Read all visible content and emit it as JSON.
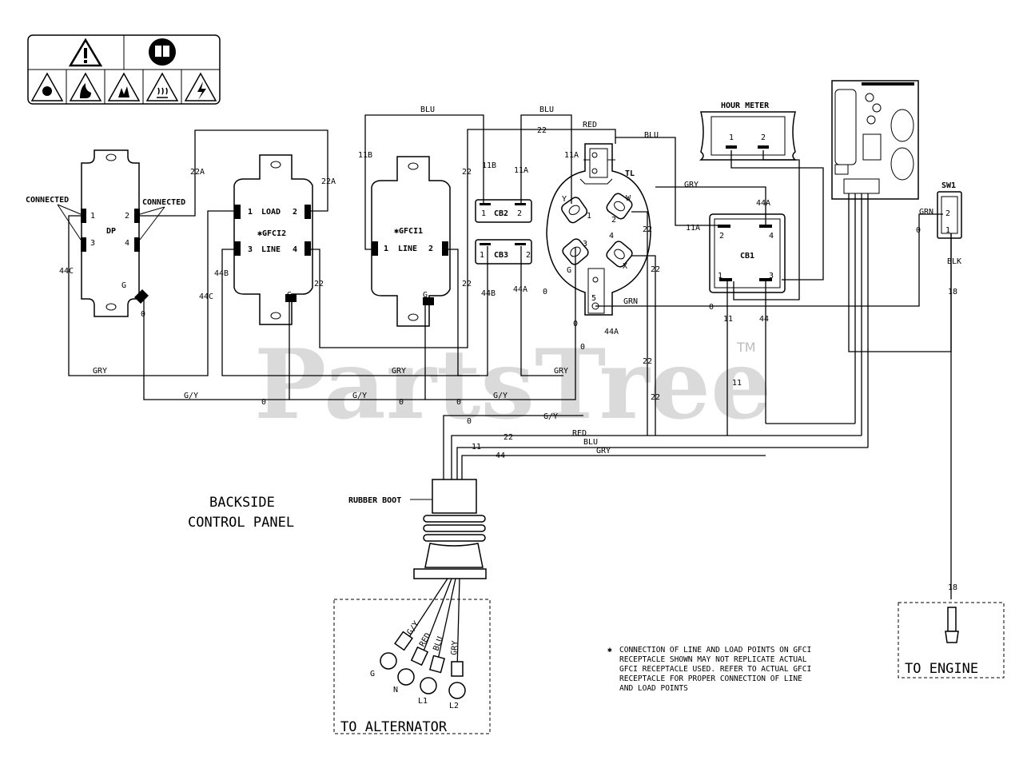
{
  "watermark": {
    "brand": "PartsTree",
    "tm": "TM"
  },
  "components": {
    "dp": {
      "label": "DP",
      "connected_left": "CONNECTED",
      "connected_right": "CONNECTED",
      "pin1": "1",
      "pin2": "2",
      "pin3": "3",
      "pin4": "4",
      "ground": "G"
    },
    "gfci2": {
      "label": "✱GFCI2",
      "load": "LOAD",
      "line": "LINE",
      "pin1": "1",
      "pin2": "2",
      "pin3": "3",
      "pin4": "4",
      "ground": "G"
    },
    "gfci1": {
      "label": "✱GFCI1",
      "line": "LINE",
      "pin1": "1",
      "pin2": "2",
      "ground": "G"
    },
    "cb2": {
      "label": "CB2",
      "pin1": "1",
      "pin2": "2"
    },
    "cb3": {
      "label": "CB3",
      "pin1": "1",
      "pin2": "2"
    },
    "tl": {
      "label": "TL",
      "y": "Y",
      "w": "W",
      "g": "G",
      "x": "X",
      "p1": "1",
      "p2": "2",
      "p3": "3",
      "p4": "4",
      "p5": "5"
    },
    "hour_meter": {
      "label": "HOUR METER",
      "pin1": "1",
      "pin2": "2"
    },
    "cb1": {
      "label": "CB1",
      "pin1": "1",
      "pin2": "2",
      "pin3": "3",
      "pin4": "4"
    },
    "sw1": {
      "label": "SW1",
      "pin1": "1",
      "pin2": "2"
    }
  },
  "wires": {
    "w22a_l": "22A",
    "w22a_r": "22A",
    "w11b": "11B",
    "w11b_cb": "11B",
    "w11a_cb": "11A",
    "w11a_tl": "11A",
    "w11a_cb1": "11A",
    "blu1": "BLU",
    "blu2": "BLU",
    "blu3": "BLU",
    "blu_bot": "BLU",
    "red1": "RED",
    "red_bot": "RED",
    "grn1": "GRN",
    "grn_sw": "GRN",
    "blk": "BLK",
    "gry1": "GRY",
    "gry2": "GRY",
    "gry3": "GRY",
    "gry4": "GRY",
    "gry_bot": "GRY",
    "gry_ring": "GRY",
    "gy1": "G/Y",
    "gy2": "G/Y",
    "gy3": "G/Y",
    "gy4": "G/Y",
    "gy_ring": "G/Y",
    "n22a": "22",
    "n22b": "22",
    "n22c": "22",
    "n22d": "22",
    "n22e": "22",
    "n22f": "22",
    "n22g": "22",
    "n22h": "22",
    "n22bot": "22",
    "n44a1": "44A",
    "n44a2": "44A",
    "n44a3": "44A",
    "n44b1": "44B",
    "n44b2": "44B",
    "n44c1": "44C",
    "n44c2": "44C",
    "n0a": "0",
    "n0b": "0",
    "n0c": "0",
    "n0d": "0",
    "n0e": "0",
    "n0f": "0",
    "n0g": "0",
    "n0h": "0",
    "n0i": "0",
    "n0j": "0",
    "n11a": "11",
    "n11b": "11",
    "n11c": "11",
    "n44a": "44",
    "n44b": "44",
    "n18a": "18",
    "n18b": "18",
    "red_ring": "RED",
    "blu_ring": "BLU"
  },
  "alternator": {
    "label": "TO ALTERNATOR",
    "g": "G",
    "n": "N",
    "l1": "L1",
    "l2": "L2"
  },
  "engine": {
    "label": "TO ENGINE"
  },
  "backside": {
    "line1": "BACKSIDE",
    "line2": "CONTROL PANEL"
  },
  "rubber_boot": "RUBBER BOOT",
  "footnote": {
    "star": "✱",
    "line1": "CONNECTION OF LINE AND LOAD POINTS ON GFCI",
    "line2": "RECEPTACLE SHOWN MAY NOT REPLICATE ACTUAL",
    "line3": "GFCI RECEPTACLE USED. REFER TO ACTUAL GFCI",
    "line4": "RECEPTACLE FOR PROPER CONNECTION OF LINE",
    "line5": "AND LOAD POINTS"
  },
  "icons": [
    "warning-icon",
    "manual-icon",
    "toxic-fumes-icon",
    "fire-icon",
    "explosion-icon",
    "hot-surface-icon",
    "shock-icon"
  ]
}
